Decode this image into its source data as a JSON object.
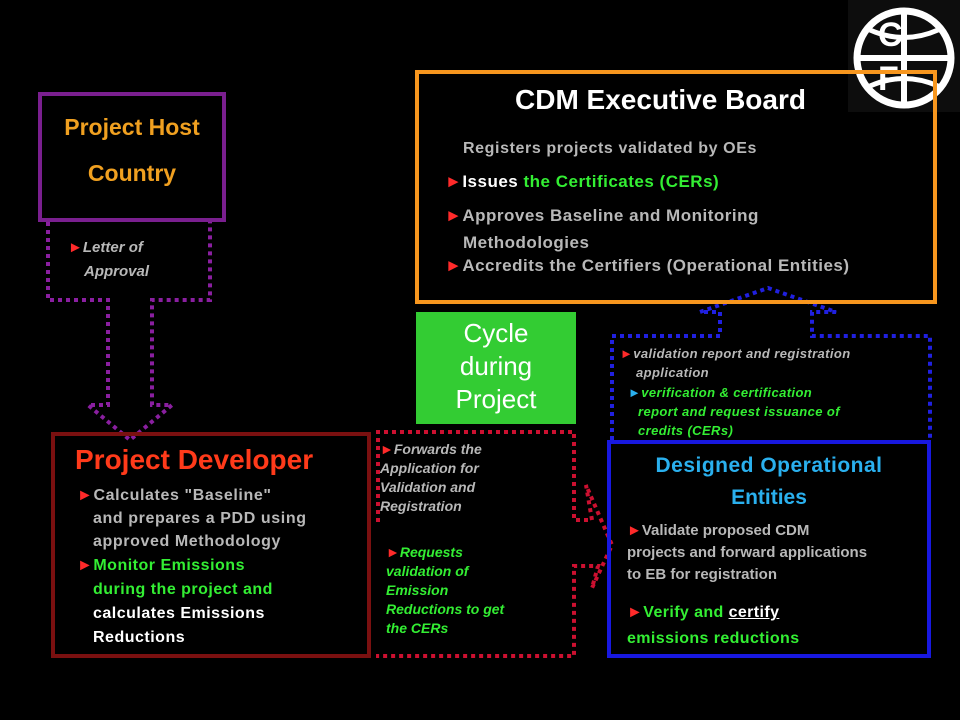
{
  "colors": {
    "background": "#000000",
    "host_border": "#7a1f8f",
    "board_border": "#f7961e",
    "developer_border": "#7a1010",
    "doe_border": "#1818e0",
    "cycle_bg": "#33cc33",
    "red_dots": "#cc1030",
    "blue_dots": "#2020e0",
    "purple_dots": "#8a1fa0",
    "title_orange": "#f0a020",
    "title_red": "#ff3a1a",
    "title_cyan": "#2ab0ee",
    "arrow_red": "#ff2a2a"
  },
  "logo": {
    "letters": [
      "C",
      "F"
    ]
  },
  "host": {
    "line1": "Project Host",
    "line2": "Country"
  },
  "letter_of_approval": {
    "line1": "Letter of",
    "line2": "Approval"
  },
  "board": {
    "title": "CDM Executive Board",
    "line_registers": "Registers projects validated by OEs",
    "issues_word": "Issues",
    "issues_rest": " the Certificates (CERs)",
    "approves_line1": "Approves Baseline and Monitoring",
    "approves_line2": "Methodologies",
    "accredits": "Accredits the Certifiers (Operational Entities)"
  },
  "cycle": {
    "line1": "Cycle",
    "line2": "during",
    "line3": "Project"
  },
  "doe_notes": {
    "validation_line1": "validation report  and registration",
    "validation_line2": "application",
    "verification_line1": "verification & certification",
    "verification_line2": "report and request issuance of",
    "verification_line3": "credits (CERs)"
  },
  "developer": {
    "title": "Project Developer",
    "calc_line1": "Calculates \"Baseline\"",
    "calc_line2": "and prepares a PDD using",
    "calc_line3": "approved Methodology",
    "monitor_line1": "Monitor Emissions",
    "monitor_line2": "during the project and",
    "monitor_line3": "calculates Emissions",
    "monitor_line4": "Reductions"
  },
  "forwards": {
    "line1": "Forwards the",
    "line2": "Application for",
    "line3": "Validation and",
    "line4": "Registration",
    "req_line1": "Requests",
    "req_line2": "validation of",
    "req_line3": "Emission",
    "req_line4": "Reductions to get",
    "req_line5": "the CERs"
  },
  "doe": {
    "title_line1": "Designed Operational",
    "title_line2": "Entities",
    "validate_line1": "Validate proposed CDM",
    "validate_line2": "projects and forward applications",
    "validate_line3": "to EB for registration",
    "verify_prefix": "Verify and ",
    "verify_certify": "certify",
    "verify_line2": "emissions reductions"
  },
  "arrow_glyph": "►"
}
